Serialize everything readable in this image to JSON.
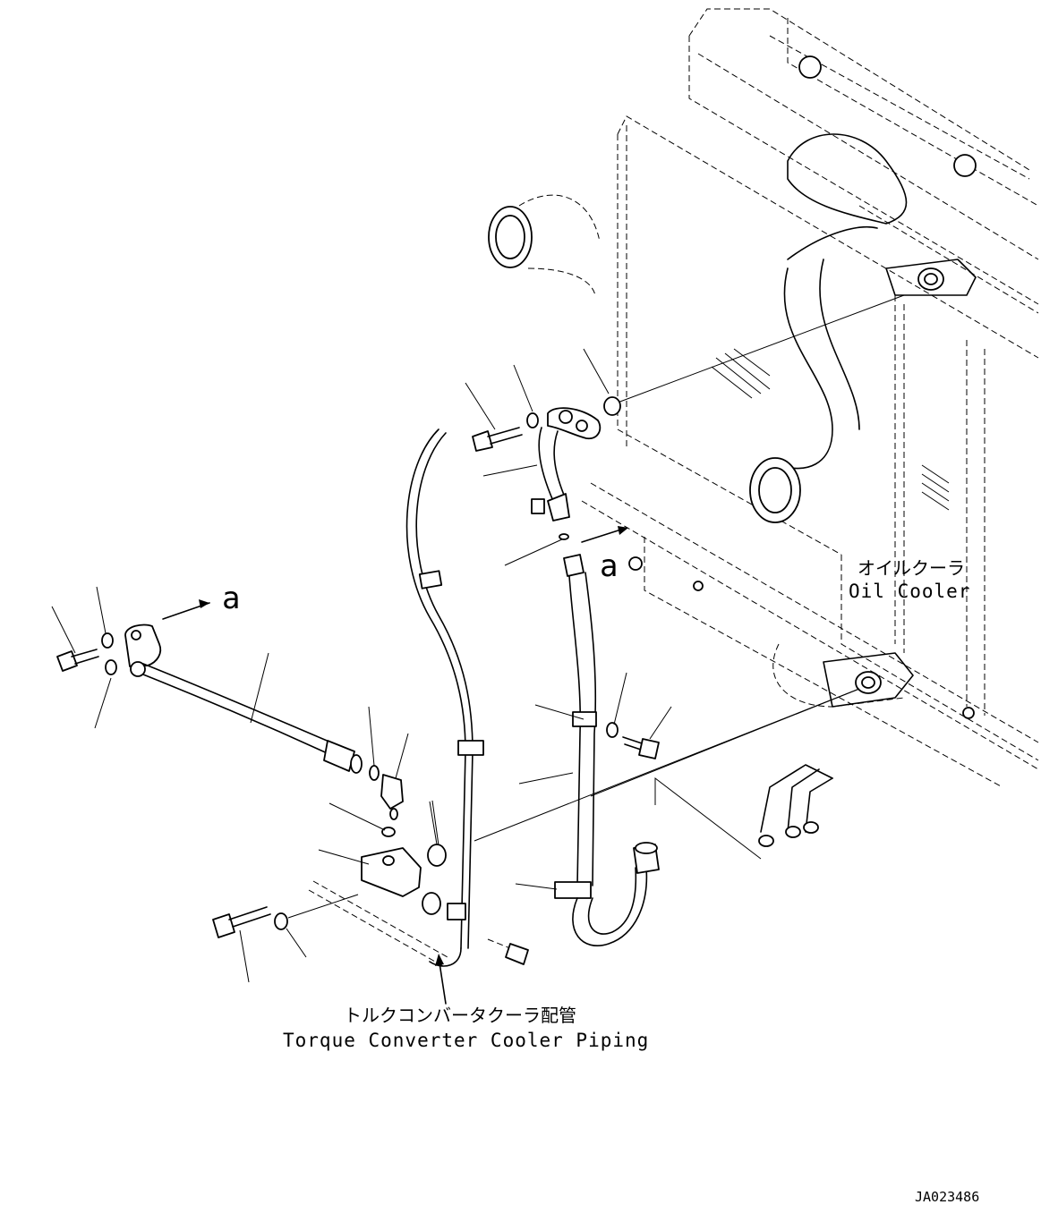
{
  "callouts": {
    "oil_cooler_jp": "オイルクーラ",
    "oil_cooler_en": "Oil Cooler",
    "piping_jp": "トルクコンバータクーラ配管",
    "piping_en": "Torque Converter Cooler Piping"
  },
  "view_markers": {
    "left": "a",
    "right": "a"
  },
  "drawing_code": "JA023486"
}
